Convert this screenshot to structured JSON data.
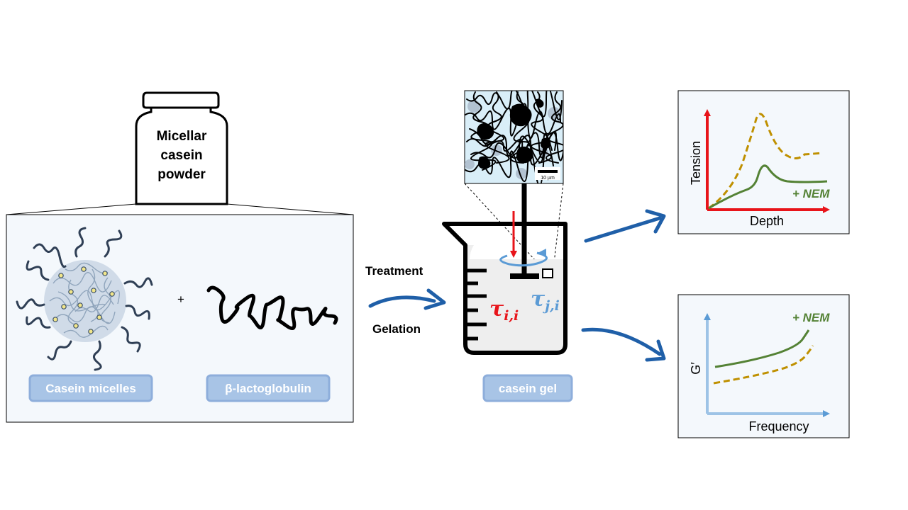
{
  "jar_label": [
    "Micellar",
    "casein",
    "powder"
  ],
  "ingredients": {
    "micelles_label": "Casein micelles",
    "plus_sign": "+",
    "lactoglobulin_label": "β-lactoglobulin"
  },
  "process": {
    "treatment_label": "Treatment",
    "gelation_label": "Gelation"
  },
  "beaker": {
    "gel_label": "casein gel",
    "tau_red": "τ",
    "tau_red_sub": "i,i",
    "tau_blue": "τ",
    "tau_blue_sub": "j,i"
  },
  "micrograph": {
    "scale_label": "10 µm"
  },
  "charts": {
    "top": {
      "ylabel": "Tension",
      "xlabel": "Depth",
      "annotation": "+ NEM"
    },
    "bottom": {
      "ylabel": "G′",
      "xlabel": "Frequency",
      "annotation": "+ NEM"
    }
  },
  "colors": {
    "box_fill": "#f4f8fc",
    "pill_fill": "#a8c4e6",
    "pill_border": "#8eaedb",
    "arrow_blue": "#1f5fa8",
    "red": "#e8141a",
    "light_blue": "#5b9bd5",
    "green": "#548235",
    "gold": "#bf9000",
    "axis_light_blue": "#9dc3e6"
  }
}
